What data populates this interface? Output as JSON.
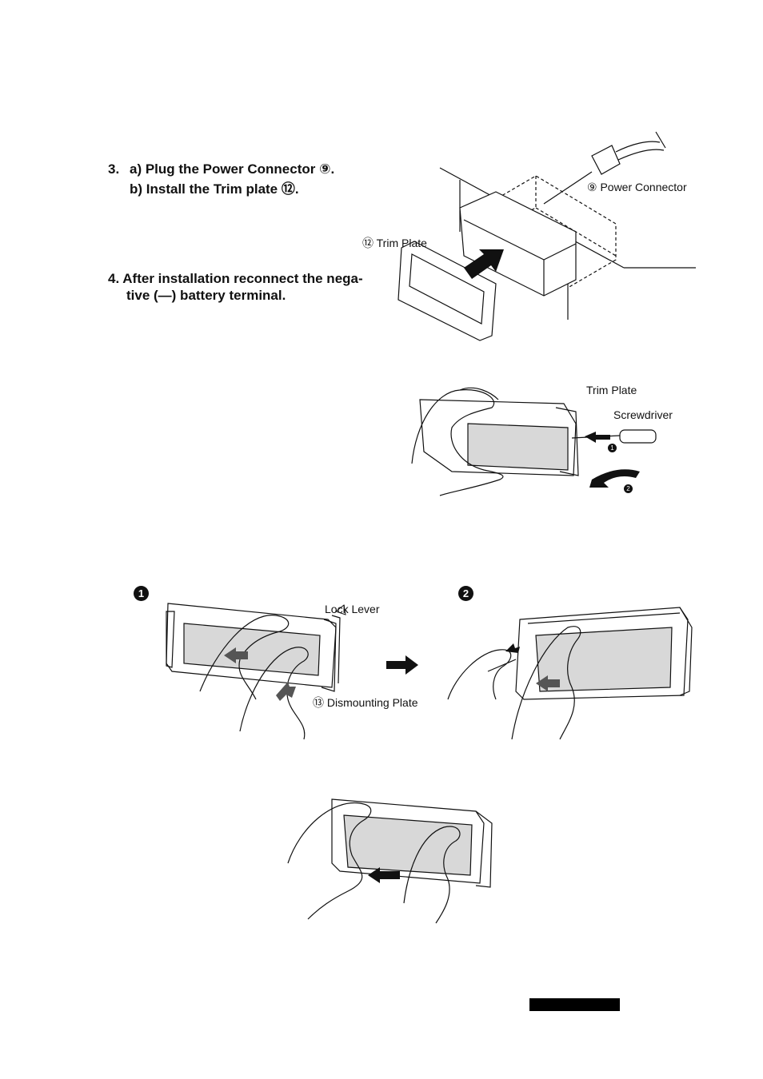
{
  "steps": {
    "step3_number": "3.",
    "step3a": "a) Plug the Power Connector ⑨.",
    "step3b": "b) Install the Trim plate ⑫.",
    "step4_line1": "4. After installation reconnect the nega-",
    "step4_line2": "tive (—) battery terminal."
  },
  "figure1": {
    "power_connector_label": "⑨ Power Connector",
    "trim_plate_label": "⑫ Trim Plate"
  },
  "figure2": {
    "trim_plate_label": "Trim Plate",
    "screwdriver_label": "Screwdriver",
    "marker1": "1",
    "marker2": "2"
  },
  "figure3": {
    "step1_marker": "1",
    "step2_marker": "2",
    "lock_lever_label": "Lock Lever",
    "dismounting_plate_label": "⑬ Dismounting Plate"
  },
  "colors": {
    "ink": "#111111",
    "bar": "#000000",
    "shade": "#d8d8d8"
  }
}
